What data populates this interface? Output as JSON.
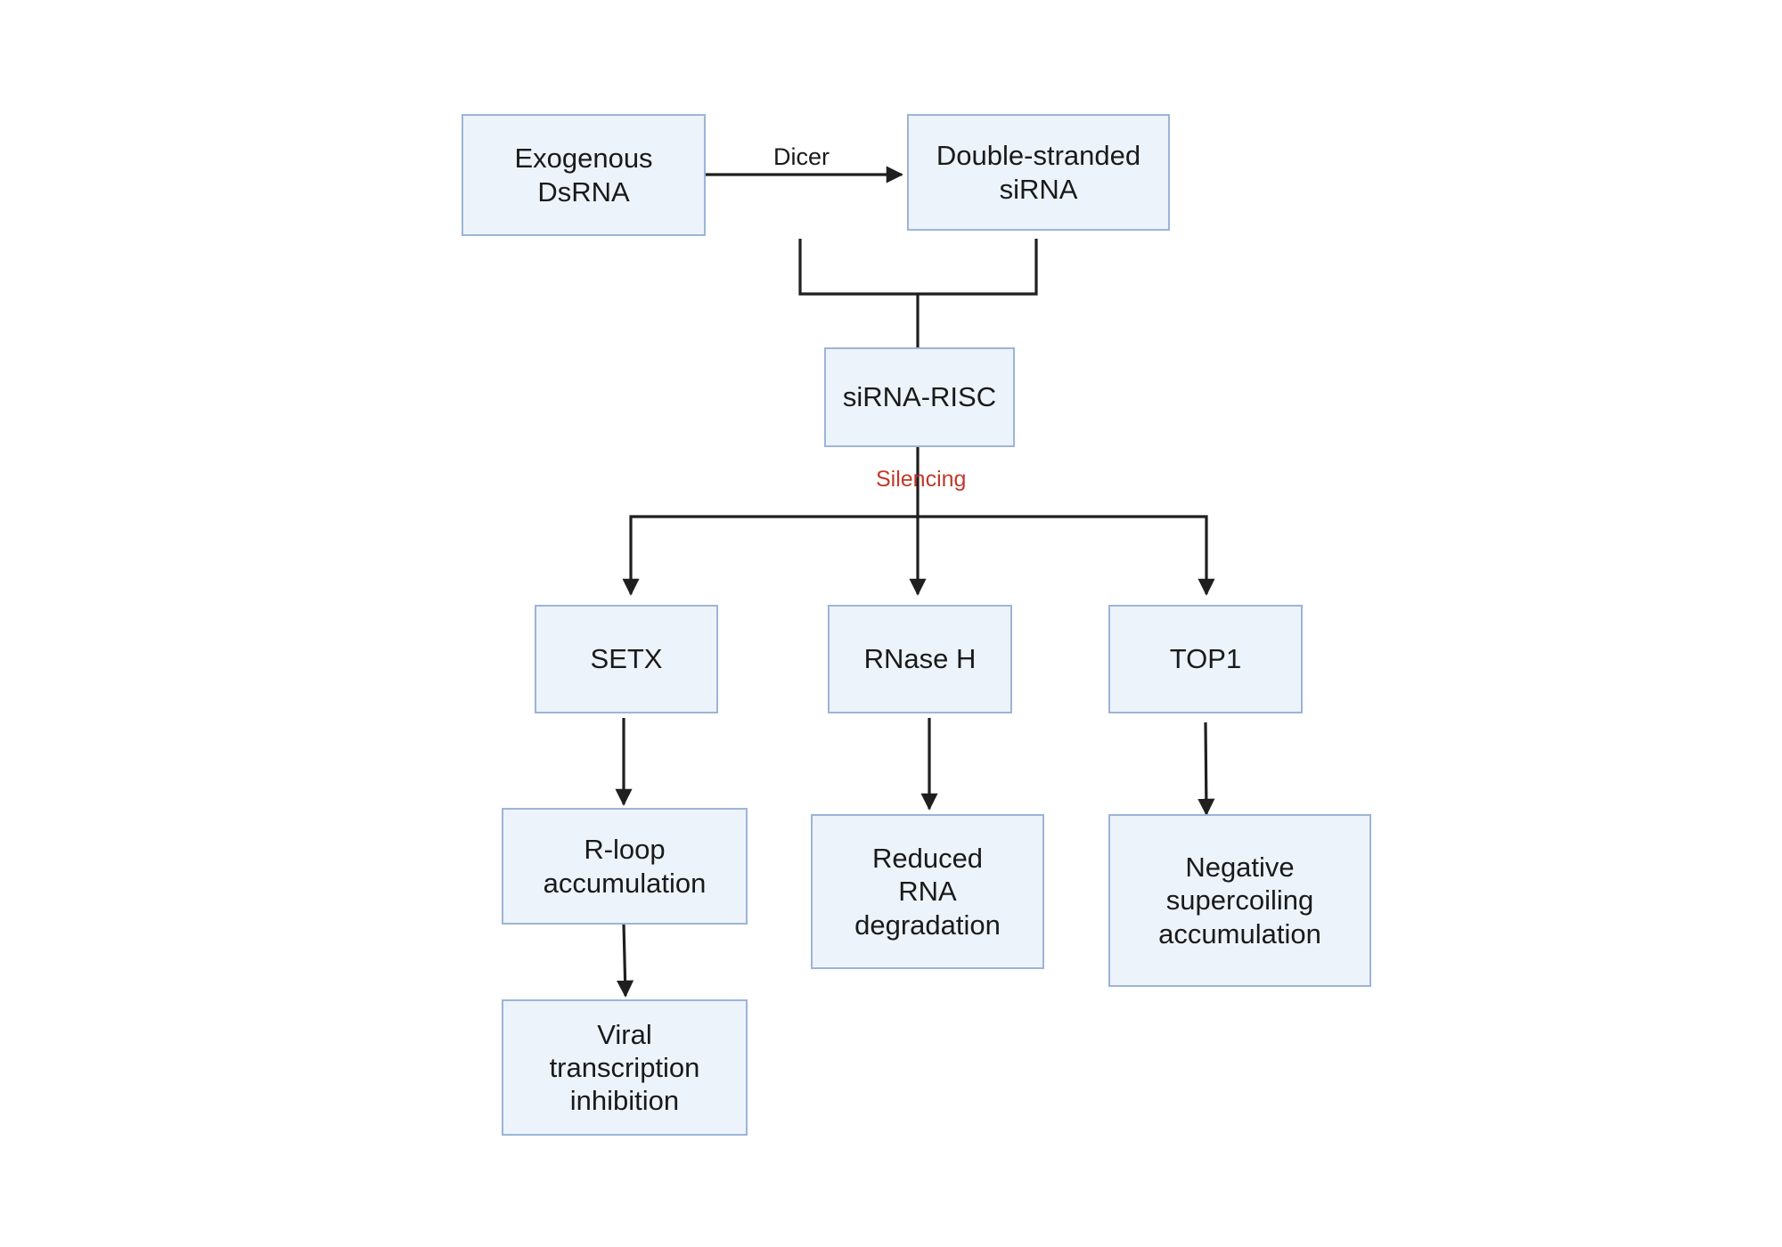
{
  "nodes": {
    "exogenous": "Exogenous\nDsRNA",
    "ds_sirna": "Double-stranded\nsiRNA",
    "risc": "siRNA-RISC",
    "setx": "SETX",
    "rnaseh": "RNase H",
    "top1": "TOP1",
    "rloop": "R-loop\naccumulation",
    "reduced": "Reduced\nRNA\ndegradation",
    "negative": "Negative\nsupercoiling\naccumulation",
    "viral": "Viral\ntranscription\ninhibition"
  },
  "edge_labels": {
    "dicer": "Dicer",
    "silencing": "Silencing"
  },
  "colors": {
    "node_fill": "#edf3fb",
    "node_border": "#9db4d8",
    "edge": "#1f1f1f",
    "silencing_label": "#c0392b"
  }
}
